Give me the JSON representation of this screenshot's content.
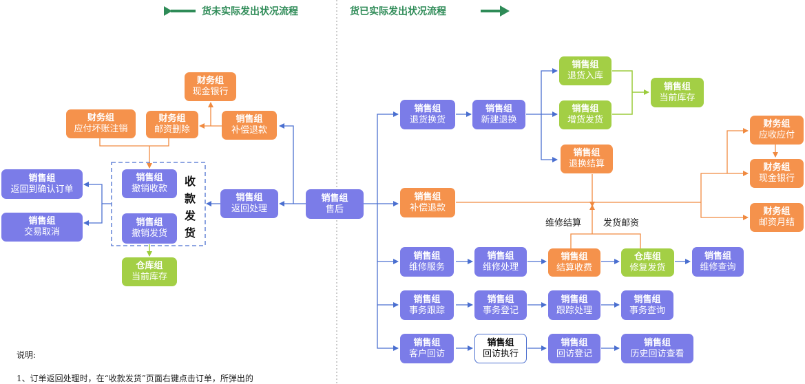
{
  "headers": {
    "left": "货未实际发出状况流程",
    "right": "货已实际发出状况流程"
  },
  "vertical_label": "收款发货",
  "labels": {
    "repair_settle": "维修结算",
    "ship_postage": "发货邮资"
  },
  "notes": {
    "title": "说明:",
    "line1": "1、订单返回处理时，在“收款发货”页面右键点击订单，所弹出的"
  },
  "nodes": {
    "fin_cash": {
      "group": "财务组",
      "action": "现金银行"
    },
    "fin_writeoff": {
      "group": "财务组",
      "action": "应付坏账注销"
    },
    "fin_postdel": {
      "group": "财务组",
      "action": "邮资删除"
    },
    "sales_comp_l": {
      "group": "销售组",
      "action": "补偿退款"
    },
    "sales_back_ord": {
      "group": "销售组",
      "action": "返回到确认订单"
    },
    "sales_trade_x": {
      "group": "销售组",
      "action": "交易取消"
    },
    "sales_rev_pay": {
      "group": "销售组",
      "action": "撤销收款"
    },
    "sales_rev_ship": {
      "group": "销售组",
      "action": "撤销发货"
    },
    "wh_stock_l": {
      "group": "仓库组",
      "action": "当前库存"
    },
    "sales_ret_proc": {
      "group": "销售组",
      "action": "返回处理"
    },
    "sales_after": {
      "group": "销售组",
      "action": "售后"
    },
    "sales_ret_exch": {
      "group": "销售组",
      "action": "退货换货"
    },
    "sales_new_ret": {
      "group": "销售组",
      "action": "新建退换"
    },
    "sales_ret_in": {
      "group": "销售组",
      "action": "退货入库"
    },
    "sales_add_ship": {
      "group": "销售组",
      "action": "增货发货"
    },
    "sales_stock_r": {
      "group": "销售组",
      "action": "当前库存"
    },
    "sales_ret_set": {
      "group": "销售组",
      "action": "退换结算"
    },
    "sales_comp_r": {
      "group": "销售组",
      "action": "补偿退款"
    },
    "fin_receivable": {
      "group": "财务组",
      "action": "应收应付"
    },
    "fin_cash_r": {
      "group": "财务组",
      "action": "现金银行"
    },
    "fin_post_month": {
      "group": "财务组",
      "action": "邮资月结"
    },
    "sales_rep_srv": {
      "group": "销售组",
      "action": "维修服务"
    },
    "sales_rep_proc": {
      "group": "销售组",
      "action": "维修处理"
    },
    "sales_settle": {
      "group": "销售组",
      "action": "结算收费"
    },
    "wh_repair_ship": {
      "group": "仓库组",
      "action": "修复发货"
    },
    "sales_rep_q": {
      "group": "销售组",
      "action": "维修查询"
    },
    "sales_tr_track": {
      "group": "销售组",
      "action": "事务跟踪"
    },
    "sales_tr_reg": {
      "group": "销售组",
      "action": "事务登记"
    },
    "sales_track": {
      "group": "销售组",
      "action": "跟踪处理"
    },
    "sales_tr_q": {
      "group": "销售组",
      "action": "事务查询"
    },
    "sales_cust": {
      "group": "销售组",
      "action": "客户回访"
    },
    "sales_visit_ex": {
      "group": "销售组",
      "action": "回访执行"
    },
    "sales_visit_reg": {
      "group": "销售组",
      "action": "回访登记"
    },
    "sales_visit_h": {
      "group": "销售组",
      "action": "历史回访查看"
    }
  },
  "colors": {
    "blue": "#7b7ce8",
    "orange": "#f5924c",
    "green": "#a3cf45",
    "line": "#4a6fd0",
    "header": "#2e8b57"
  }
}
